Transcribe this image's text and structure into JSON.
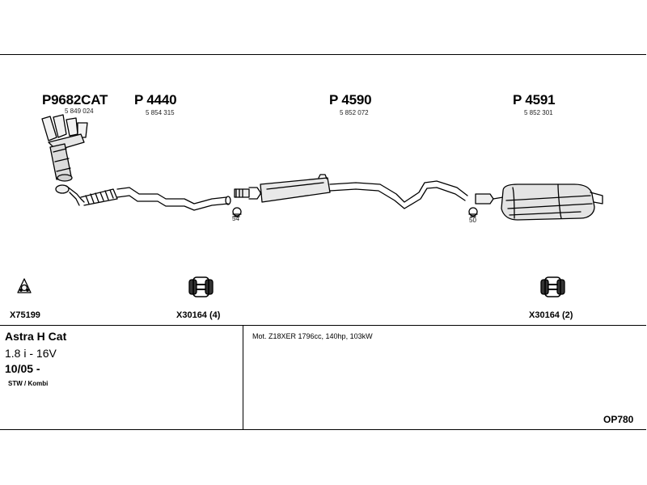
{
  "parts": [
    {
      "number": "P9682CAT",
      "oe": "5 849 024"
    },
    {
      "number": "P 4440",
      "oe": "5 854 315"
    },
    {
      "number": "P 4590",
      "oe": "5 852 072"
    },
    {
      "number": "P 4591",
      "oe": "5 852 301"
    }
  ],
  "hanger_codes": [
    "54",
    "50"
  ],
  "accessories": [
    {
      "label": "X75199"
    },
    {
      "label": "X30164 (4)"
    },
    {
      "label": "X30164 (2)"
    }
  ],
  "vehicle": {
    "model": "Astra H Cat",
    "engine": "1.8 i - 16V",
    "year": "10/05 -",
    "body": "STW / Kombi"
  },
  "motor_info": "Mot. Z18XER 1796cc, 140hp, 103kW",
  "reference": "OP780"
}
